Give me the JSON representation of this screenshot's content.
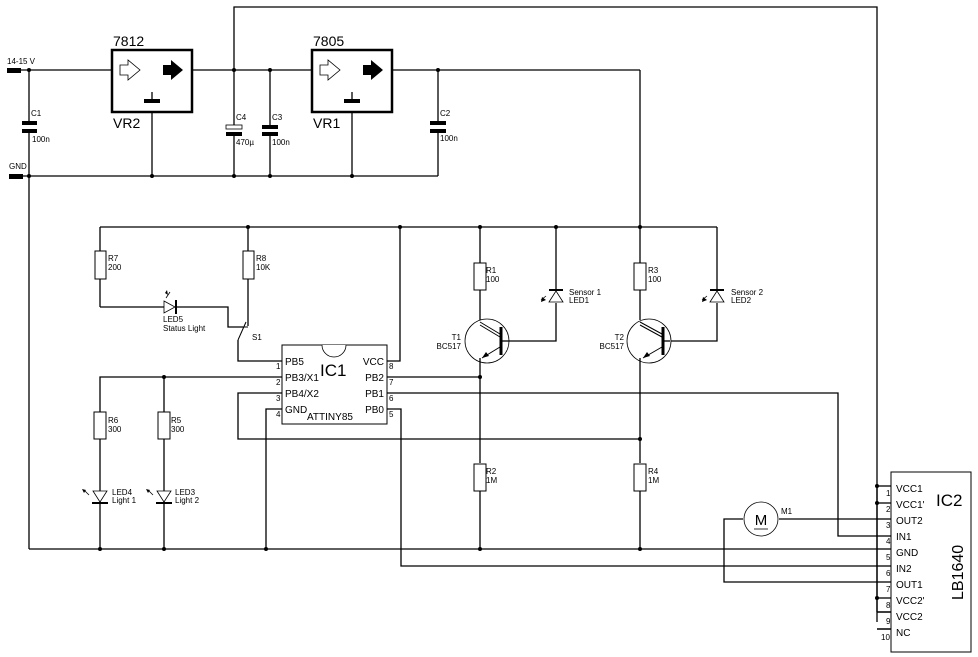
{
  "title": "ATtiny85 sensor-controlled motor driver schematic",
  "power": {
    "input_label": "14-15 V",
    "gnd_label": "GND"
  },
  "regulators": [
    {
      "ref": "VR2",
      "part": "7812"
    },
    {
      "ref": "VR1",
      "part": "7805"
    }
  ],
  "capacitors": [
    {
      "ref": "C1",
      "value": "100n"
    },
    {
      "ref": "C4",
      "value": "470µ"
    },
    {
      "ref": "C3",
      "value": "100n"
    },
    {
      "ref": "C2",
      "value": "100n"
    }
  ],
  "resistors": {
    "R7": {
      "ref": "R7",
      "value": "200"
    },
    "R8": {
      "ref": "R8",
      "value": "10K"
    },
    "R1": {
      "ref": "R1",
      "value": "100"
    },
    "R3": {
      "ref": "R3",
      "value": "100"
    },
    "R6": {
      "ref": "R6",
      "value": "300"
    },
    "R5": {
      "ref": "R5",
      "value": "300"
    },
    "R2": {
      "ref": "R2",
      "value": "1M"
    },
    "R4": {
      "ref": "R4",
      "value": "1M"
    }
  },
  "leds": {
    "LED5": {
      "ref": "LED5",
      "desc": "Status Light"
    },
    "LED1": {
      "ref": "LED1",
      "desc": "Sensor 1"
    },
    "LED2": {
      "ref": "LED2",
      "desc": "Sensor 2"
    },
    "LED4": {
      "ref": "LED4",
      "desc": "Light 1"
    },
    "LED3": {
      "ref": "LED3",
      "desc": "Light 2"
    }
  },
  "switch": {
    "ref": "S1"
  },
  "transistors": {
    "T1": {
      "ref": "T1",
      "part": "BC517"
    },
    "T2": {
      "ref": "T2",
      "part": "BC517"
    }
  },
  "motor": {
    "ref": "M1",
    "symbol": "M"
  },
  "ic1": {
    "ref": "IC1",
    "part": "ATTINY85",
    "left_pins": [
      {
        "num": "1",
        "name": "PB5"
      },
      {
        "num": "2",
        "name": "PB3/X1"
      },
      {
        "num": "3",
        "name": "PB4/X2"
      },
      {
        "num": "4",
        "name": "GND"
      }
    ],
    "right_pins": [
      {
        "num": "8",
        "name": "VCC"
      },
      {
        "num": "7",
        "name": "PB2"
      },
      {
        "num": "6",
        "name": "PB1"
      },
      {
        "num": "5",
        "name": "PB0"
      }
    ]
  },
  "ic2": {
    "ref": "IC2",
    "part": "LB1640",
    "pins": [
      {
        "num": "1",
        "name": "VCC1"
      },
      {
        "num": "2",
        "name": "VCC1'"
      },
      {
        "num": "3",
        "name": "OUT2"
      },
      {
        "num": "4",
        "name": "IN1"
      },
      {
        "num": "5",
        "name": "GND"
      },
      {
        "num": "6",
        "name": "IN2"
      },
      {
        "num": "7",
        "name": "OUT1"
      },
      {
        "num": "8",
        "name": "VCC2'"
      },
      {
        "num": "9",
        "name": "VCC2"
      },
      {
        "num": "10",
        "name": "NC"
      }
    ]
  }
}
